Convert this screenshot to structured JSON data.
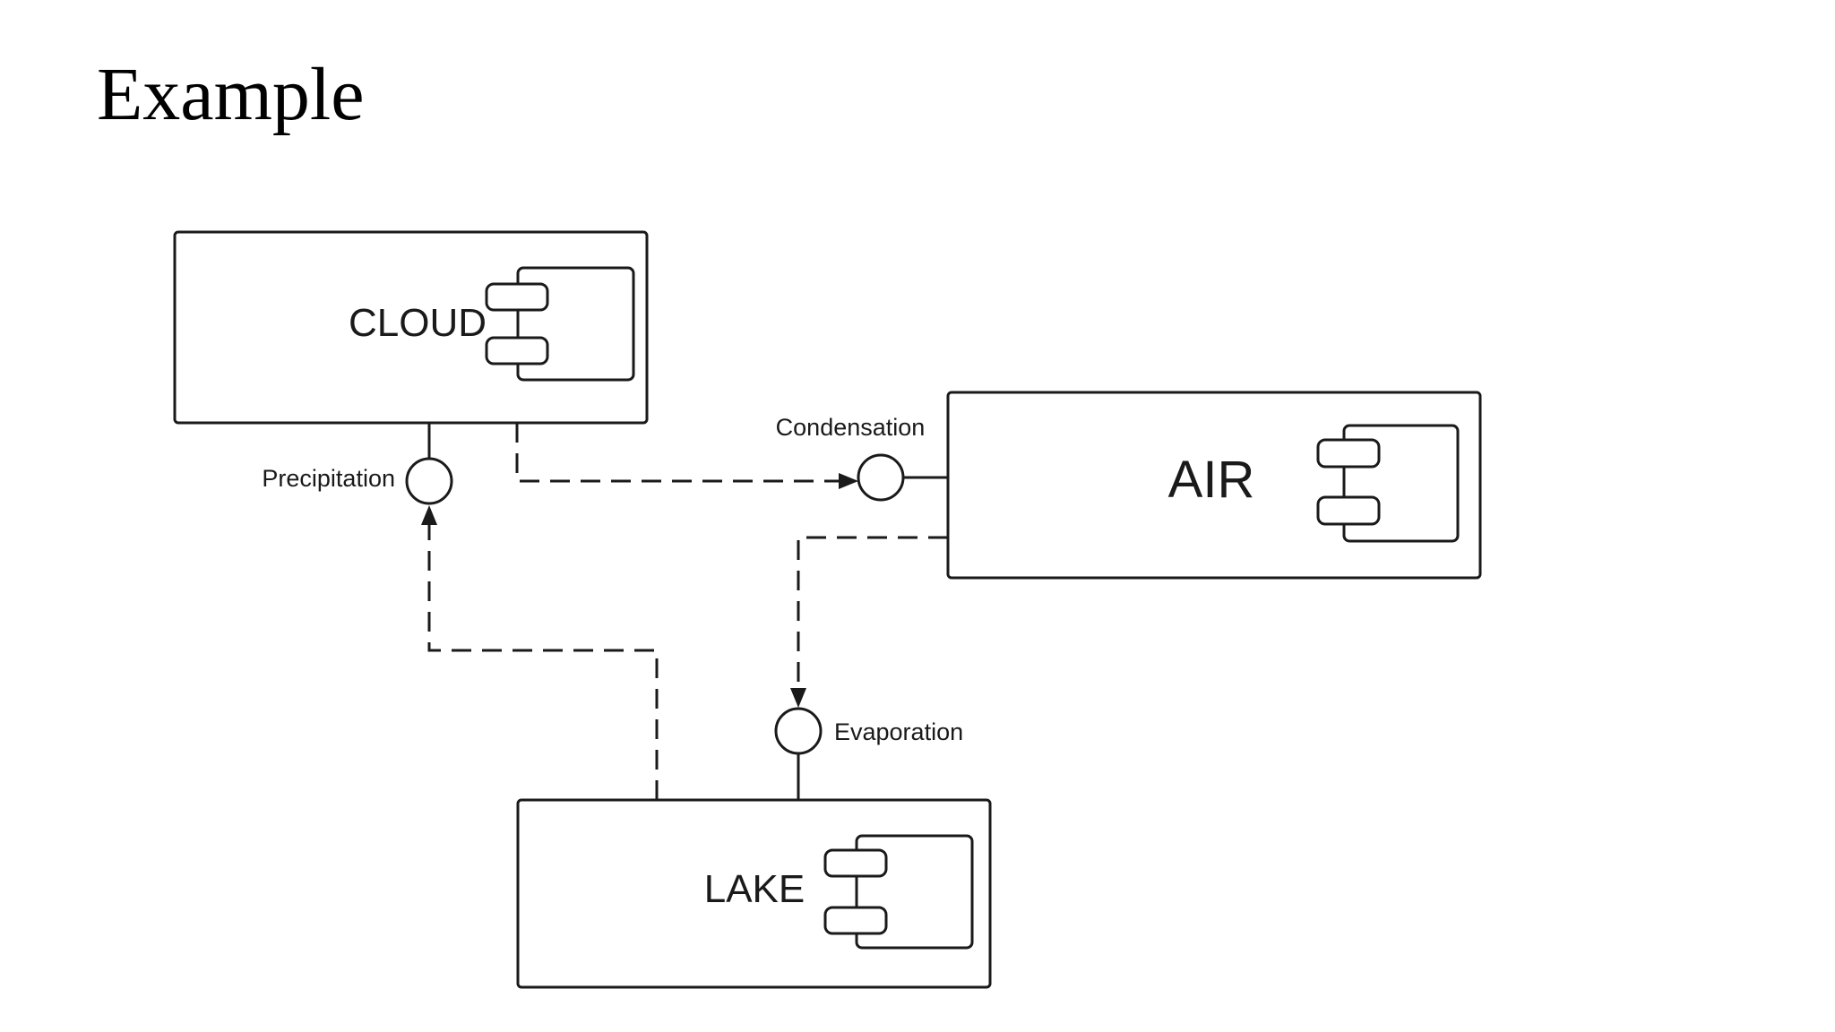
{
  "slide": {
    "title": "Example"
  },
  "components": {
    "cloud": {
      "label": "CLOUD"
    },
    "air": {
      "label": "AIR"
    },
    "lake": {
      "label": "LAKE"
    }
  },
  "interfaces": {
    "precipitation": {
      "label": "Precipitation"
    },
    "condensation": {
      "label": "Condensation"
    },
    "evaporation": {
      "label": "Evaporation"
    }
  },
  "colors": {
    "stroke": "#1a1a1a",
    "background": "#ffffff"
  }
}
